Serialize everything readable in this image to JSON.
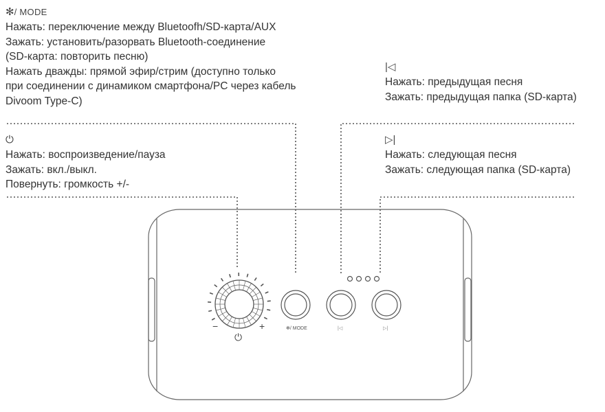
{
  "mode_block": {
    "icon_label": "/ MODE",
    "lines": [
      "Нажать: переключение между Bluetoofh/SD-карта/AUX",
      "Зажать: установить/разорвать Bluetooth-соединение",
      "(SD-карта: повторить песню)",
      "Нажать дважды: прямой эфир/стрим (доступно только",
      "при соединении с динамиком смартфона/PC через кабель",
      "Divoom Type-C)"
    ]
  },
  "prev_block": {
    "lines": [
      "Нажать: предыдущая песня",
      "Зажать: предыдущая папка (SD-карта)"
    ]
  },
  "next_block": {
    "lines": [
      "Нажать: следующая песня",
      "Зажать: следующая папка (SD-карта)"
    ]
  },
  "power_block": {
    "lines": [
      "Нажать: воспроизведение/пауза",
      "Зажать: вкл./выкл.",
      "Повернуть: громкость +/-"
    ]
  },
  "device": {
    "minus": "−",
    "plus": "+",
    "mode_button_label": "/ MODE",
    "led_count": 4
  }
}
